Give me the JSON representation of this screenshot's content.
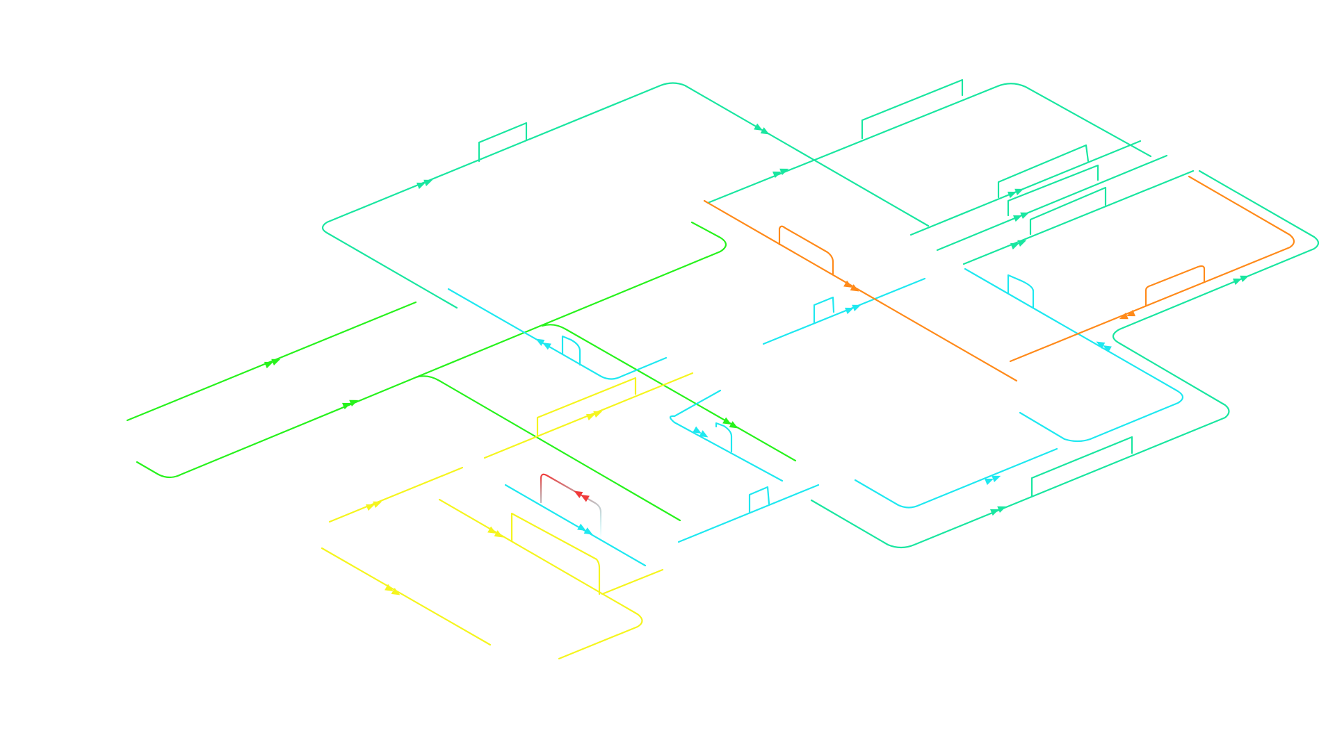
{
  "diagram": {
    "kind": "isometric-flow-lines",
    "background": "#ffffff",
    "palette": {
      "teal": "#19e6a0",
      "green": "#27f21c",
      "cyan": "#1ee8f0",
      "yellow": "#f5f51e",
      "orange": "#ff8a1a",
      "red": "#f03a3a"
    },
    "arrow_icon": "double-triangle-arrow-icon",
    "line_groups": [
      {
        "id": "teal",
        "color_key": "teal",
        "label": ""
      },
      {
        "id": "green",
        "color_key": "green",
        "label": ""
      },
      {
        "id": "cyan",
        "color_key": "cyan",
        "label": ""
      },
      {
        "id": "yellow",
        "color_key": "yellow",
        "label": ""
      },
      {
        "id": "orange",
        "color_key": "orange",
        "label": ""
      },
      {
        "id": "red",
        "color_key": "red",
        "label": ""
      }
    ]
  }
}
